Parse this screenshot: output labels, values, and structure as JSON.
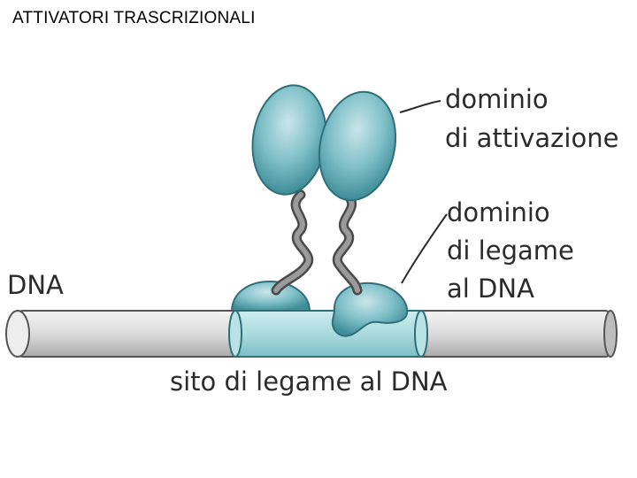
{
  "title": "ATTIVATORI TRASCRIZIONALI",
  "diagram": {
    "labels": {
      "activation_domain_line1": "dominio",
      "activation_domain_line2": "di attivazione",
      "binding_domain_line1": "dominio",
      "binding_domain_line2": "di legame",
      "binding_domain_line3": "al DNA",
      "dna": "DNA",
      "binding_site": "sito di legame al DNA"
    },
    "colors": {
      "protein_fill": "#74b9c3",
      "protein_stroke": "#2e6f79",
      "dna_fill": "#d4d4d4",
      "dna_stroke": "#555555",
      "binding_site_fill": "#a8d8dc",
      "linker": "#7d7d7d"
    }
  }
}
